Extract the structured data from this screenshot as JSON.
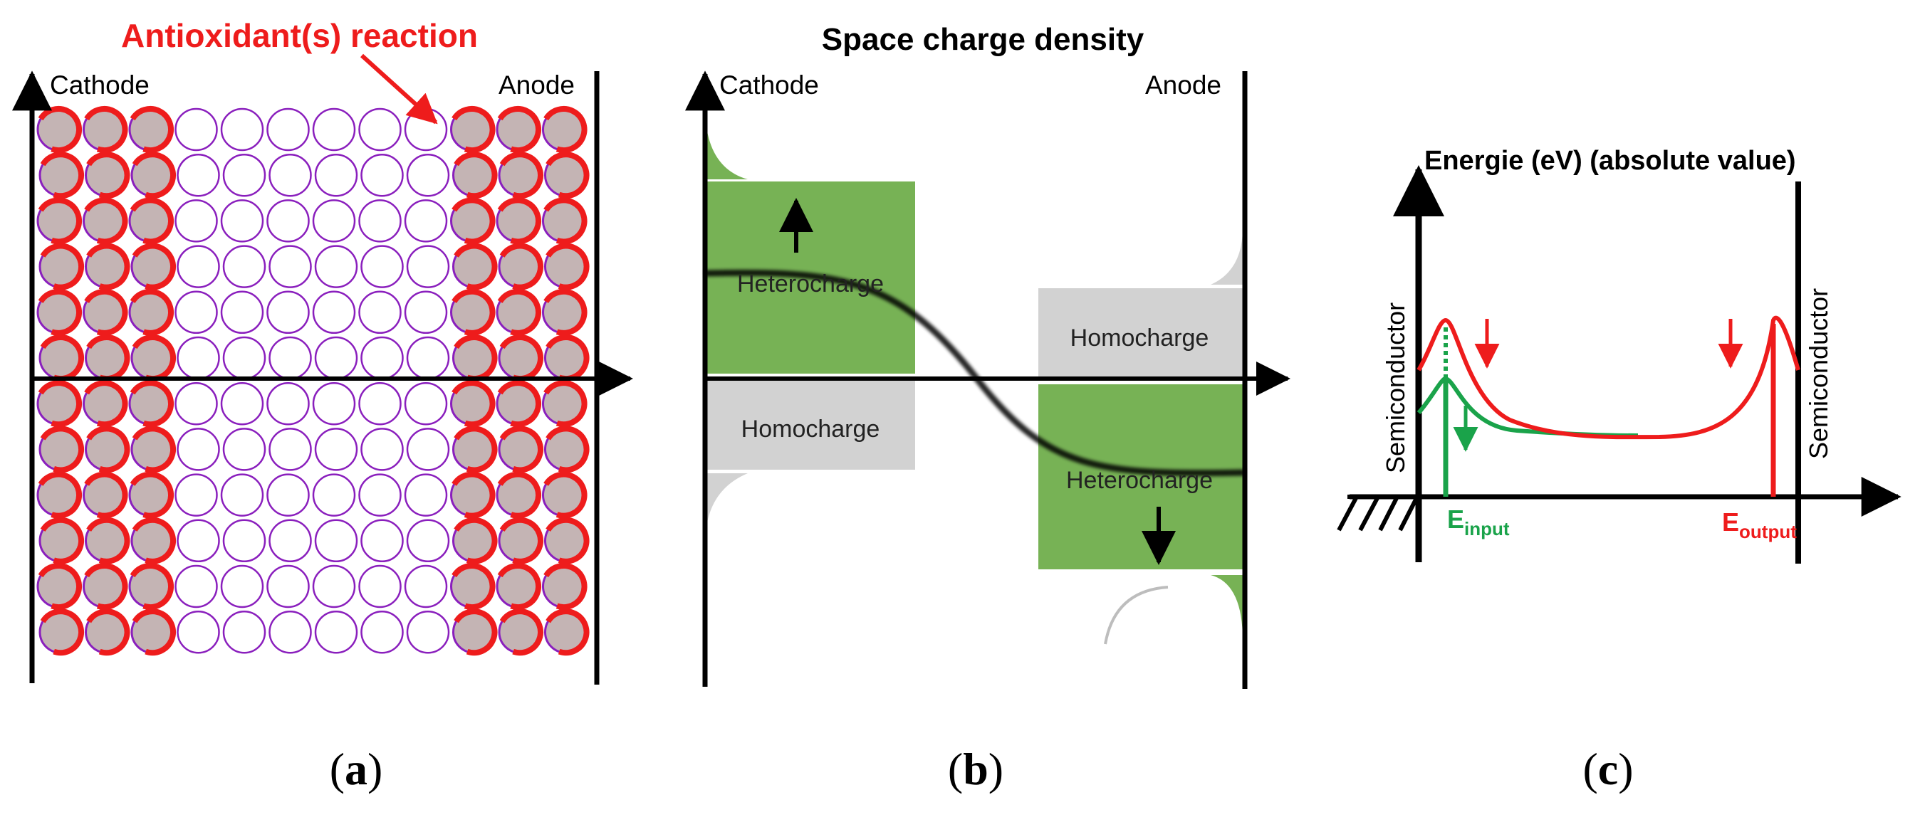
{
  "panel_a": {
    "title": "Antioxidant(s) reaction",
    "cathode_label": "Cathode",
    "anode_label": "Anode",
    "caption": {
      "open": "(",
      "letter": "a",
      "close": ")"
    },
    "colors": {
      "accent": "#ee1c1c",
      "circle_outline": "#8a1fbd",
      "reacted_fill": "#c4b4b4"
    }
  },
  "panel_b": {
    "title": "Space charge density",
    "cathode_label": "Cathode",
    "anode_label": "Anode",
    "heterocharge_left": "Heterocharge",
    "homocharge_left": "Homocharge",
    "homocharge_right": "Homocharge",
    "heterocharge_right": "Heterocharge",
    "caption": {
      "open": "(",
      "letter": "b",
      "close": ")"
    },
    "colors": {
      "green": "#77b255",
      "gray": "#cfcfcf"
    }
  },
  "panel_c": {
    "y_label": "Energie (eV) (absolute value)",
    "semiconductor_left": "Semiconductor",
    "semiconductor_right": "Semiconductor",
    "e_input": {
      "main": "E",
      "sub": "input"
    },
    "e_output": {
      "main": "E",
      "sub": "output"
    },
    "caption": {
      "open": "(",
      "letter": "c",
      "close": ")"
    },
    "colors": {
      "red": "#ee1c1c",
      "green": "#1aa34a"
    }
  }
}
